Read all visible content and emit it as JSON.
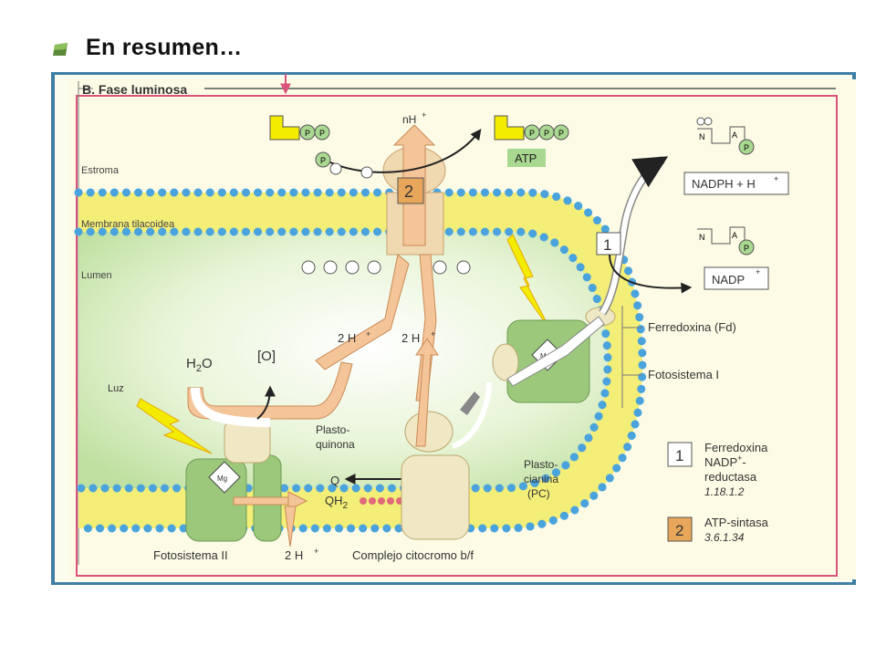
{
  "slide": {
    "title": "En resumen…"
  },
  "diagram": {
    "heading": "B. Fase luminosa",
    "regions": {
      "stroma": "Estroma",
      "membrane": "Membrana tilacoidea",
      "lumen": "Lumen"
    },
    "light": "Luz",
    "water": {
      "h2o_main": "H",
      "h2o_sub": "2",
      "h2o_end": "O",
      "oxygen": "[O]"
    },
    "protons": {
      "two_h_left": "2 H",
      "two_h_center": "2 H",
      "two_h_bottom": "2 H",
      "nh": "nH",
      "plus": "+"
    },
    "plastoquinone": {
      "label_1": "Plasto-",
      "label_2": "quinona",
      "q": "Q",
      "qh2_main": "QH",
      "qh2_sub": "2"
    },
    "plastocyanin": {
      "label_1": "Plasto-",
      "label_2": "cianina",
      "label_3": "(PC)"
    },
    "mg": "Mg",
    "complexes": {
      "ps2": "Fotosistema II",
      "cyt": "Complejo citocromo b/f",
      "ps1": "Fotosistema I",
      "fd": "Ferredoxina (Fd)"
    },
    "atp": {
      "p": "P",
      "label": "ATP",
      "synthase_box": "2"
    },
    "nadp": {
      "nadph": "NADPH + H",
      "nadp": "NADP",
      "reductase_box": "1",
      "n": "N",
      "a": "A"
    },
    "legend": {
      "item1": {
        "num": "1",
        "line1": "Ferredoxina",
        "line2": "NADP",
        "line2_end": "-",
        "line3": "reductasa",
        "line4": "1.18.1.2"
      },
      "item2": {
        "num": "2",
        "line1": "ATP-sintasa",
        "line2": "3.6.1.34"
      }
    }
  },
  "colors": {
    "frame_blue": "#3f7fa6",
    "inner_border": "#d9547a",
    "membrane_yellow": "#f3ee78",
    "lipid_head": "#4aa3dc",
    "protein_green": "#9bc87a",
    "arrow_orange": "#f5c59a",
    "atp_yellow": "#f4ec00",
    "phosphate_green": "#a9d890",
    "synthase_orange": "#e8a65a"
  }
}
